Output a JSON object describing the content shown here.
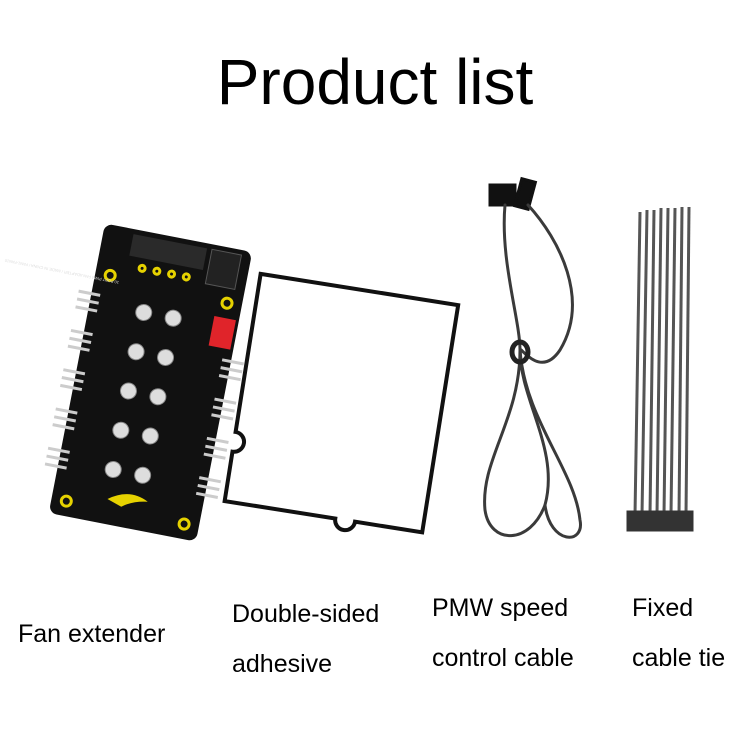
{
  "title": "Product list",
  "products": [
    {
      "name": "fan-extender",
      "lines": [
        "Fan extender"
      ],
      "image_lettering": "10 PORT PWM FAN ADAPTER / MADE IN CHINA / FAN1-FAN10"
    },
    {
      "name": "adhesive",
      "lines": [
        "Double-sided",
        "adhesive"
      ]
    },
    {
      "name": "speed-cable",
      "lines": [
        "PMW speed",
        "control cable"
      ]
    },
    {
      "name": "cable-tie",
      "lines": [
        "Fixed",
        "cable tie"
      ]
    }
  ],
  "colors": {
    "pcb": "#111111",
    "pad_yellow": "#e6d200",
    "connector_red": "#e0242a",
    "cable": "#3a3a3a",
    "tie": "#555555"
  }
}
